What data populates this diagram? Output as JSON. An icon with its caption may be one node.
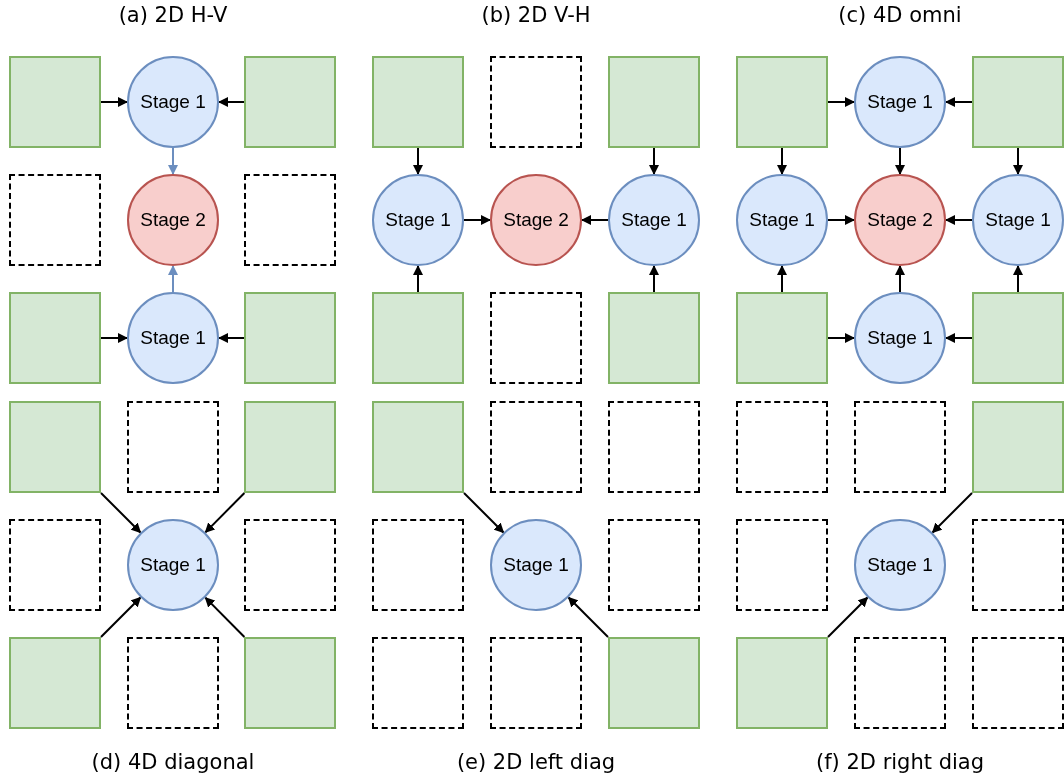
{
  "diagram": {
    "nodes": [
      {
        "text": [],
        "shape": "box"
      },
      {
        "text": [
          "Stage 1"
        ]
      },
      {
        "text": [],
        "shape": "box"
      },
      {
        "text": [],
        "shape": "box"
      },
      {
        "text": [
          "Stage 2"
        ]
      },
      {
        "text": [],
        "shape": "box"
      },
      {
        "text": [],
        "shape": "box"
      },
      {
        "text": [
          "Stage 1"
        ]
      },
      {
        "text": [],
        "shape": "box"
      },
      {
        "text": [],
        "shape": "box"
      },
      {
        "text": [],
        "shape": "box"
      },
      {
        "text": [],
        "shape": "box"
      },
      {
        "text": [
          "Stage 1"
        ]
      },
      {
        "text": [
          "Stage 2"
        ]
      },
      {
        "text": [
          "Stage 1"
        ]
      },
      {
        "text": [],
        "shape": "box"
      },
      {
        "text": [],
        "shape": "box"
      },
      {
        "text": [],
        "shape": "box"
      },
      {
        "text": [],
        "shape": "box"
      },
      {
        "text": [
          "Stage 1"
        ]
      },
      {
        "text": [],
        "shape": "box"
      },
      {
        "text": [
          "Stage 1"
        ]
      },
      {
        "text": [
          "Stage 2"
        ]
      },
      {
        "text": [
          "Stage 1"
        ]
      },
      {
        "text": [],
        "shape": "box"
      },
      {
        "text": [
          "Stage 1"
        ]
      },
      {
        "text": [],
        "shape": "box"
      },
      {
        "text": [],
        "shape": "box"
      },
      {
        "text": [],
        "shape": "box"
      },
      {
        "text": [],
        "shape": "box"
      },
      {
        "text": [],
        "shape": "box"
      },
      {
        "text": [
          "Stage 1"
        ]
      },
      {
        "text": [],
        "shape": "box"
      },
      {
        "text": [],
        "shape": "box"
      },
      {
        "text": [],
        "shape": "box"
      },
      {
        "text": [],
        "shape": "box"
      },
      {
        "text": [],
        "shape": "box"
      },
      {
        "text": [],
        "shape": "box"
      },
      {
        "text": [],
        "shape": "box"
      },
      {
        "text": [],
        "shape": "box"
      },
      {
        "text": [
          "Stage 1"
        ]
      },
      {
        "text": [],
        "shape": "box"
      },
      {
        "text": [],
        "shape": "box"
      },
      {
        "text": [],
        "shape": "box"
      },
      {
        "text": [],
        "shape": "box"
      },
      {
        "text": [],
        "shape": "box"
      },
      {
        "text": [],
        "shape": "box"
      },
      {
        "text": [],
        "shape": "box"
      },
      {
        "text": [],
        "shape": "box"
      },
      {
        "text": [
          "Stage 1"
        ]
      },
      {
        "text": [],
        "shape": "box"
      },
      {
        "text": [],
        "shape": "box"
      },
      {
        "text": [],
        "shape": "box"
      },
      {
        "text": [],
        "shape": "box"
      }
    ],
    "edges": [
      {
        "from": 0,
        "to": 1,
        "arrow": "to"
      },
      {
        "from": 2,
        "to": 1,
        "arrow": "to"
      },
      {
        "from": 1,
        "to": 4,
        "arrow": "to",
        "color": "#6c8ebf"
      },
      {
        "from": 6,
        "to": 7,
        "arrow": "to"
      },
      {
        "from": 8,
        "to": 7,
        "arrow": "to"
      },
      {
        "from": 7,
        "to": 4,
        "arrow": "to",
        "color": "#6c8ebf"
      },
      {
        "from": 9,
        "to": 12,
        "arrow": "to"
      },
      {
        "from": 11,
        "to": 14,
        "arrow": "to"
      },
      {
        "from": 12,
        "to": 13,
        "arrow": "to"
      },
      {
        "from": 14,
        "to": 13,
        "arrow": "to"
      },
      {
        "from": 15,
        "to": 12,
        "arrow": "to"
      },
      {
        "from": 17,
        "to": 14,
        "arrow": "to"
      },
      {
        "from": 18,
        "to": 19,
        "arrow": "to"
      },
      {
        "from": 20,
        "to": 19,
        "arrow": "to"
      },
      {
        "from": 18,
        "to": 21,
        "arrow": "to"
      },
      {
        "from": 20,
        "to": 23,
        "arrow": "to"
      },
      {
        "from": 19,
        "to": 22,
        "arrow": "to"
      },
      {
        "from": 21,
        "to": 22,
        "arrow": "to"
      },
      {
        "from": 23,
        "to": 22,
        "arrow": "to"
      },
      {
        "from": 25,
        "to": 22,
        "arrow": "to"
      },
      {
        "from": 24,
        "to": 21,
        "arrow": "to"
      },
      {
        "from": 26,
        "to": 23,
        "arrow": "to"
      },
      {
        "from": 24,
        "to": 25,
        "arrow": "to"
      },
      {
        "from": 26,
        "to": 25,
        "arrow": "to"
      },
      {
        "from": 27,
        "to": 31,
        "arrow": "to"
      },
      {
        "from": 29,
        "to": 31,
        "arrow": "to"
      },
      {
        "from": 33,
        "to": 31,
        "arrow": "to"
      },
      {
        "from": 35,
        "to": 31,
        "arrow": "to"
      },
      {
        "from": 36,
        "to": 40,
        "arrow": "to"
      },
      {
        "from": 44,
        "to": 40,
        "arrow": "to"
      },
      {
        "from": 47,
        "to": 49,
        "arrow": "to"
      },
      {
        "from": 51,
        "to": 49,
        "arrow": "to"
      }
    ],
    "labels": [
      "(a) 2D H-V",
      "(b) 2D V-H",
      "(c) 4D omni",
      "(d) 4D diagonal",
      "(e) 2D left diag",
      "(f) 2D right diag"
    ]
  }
}
